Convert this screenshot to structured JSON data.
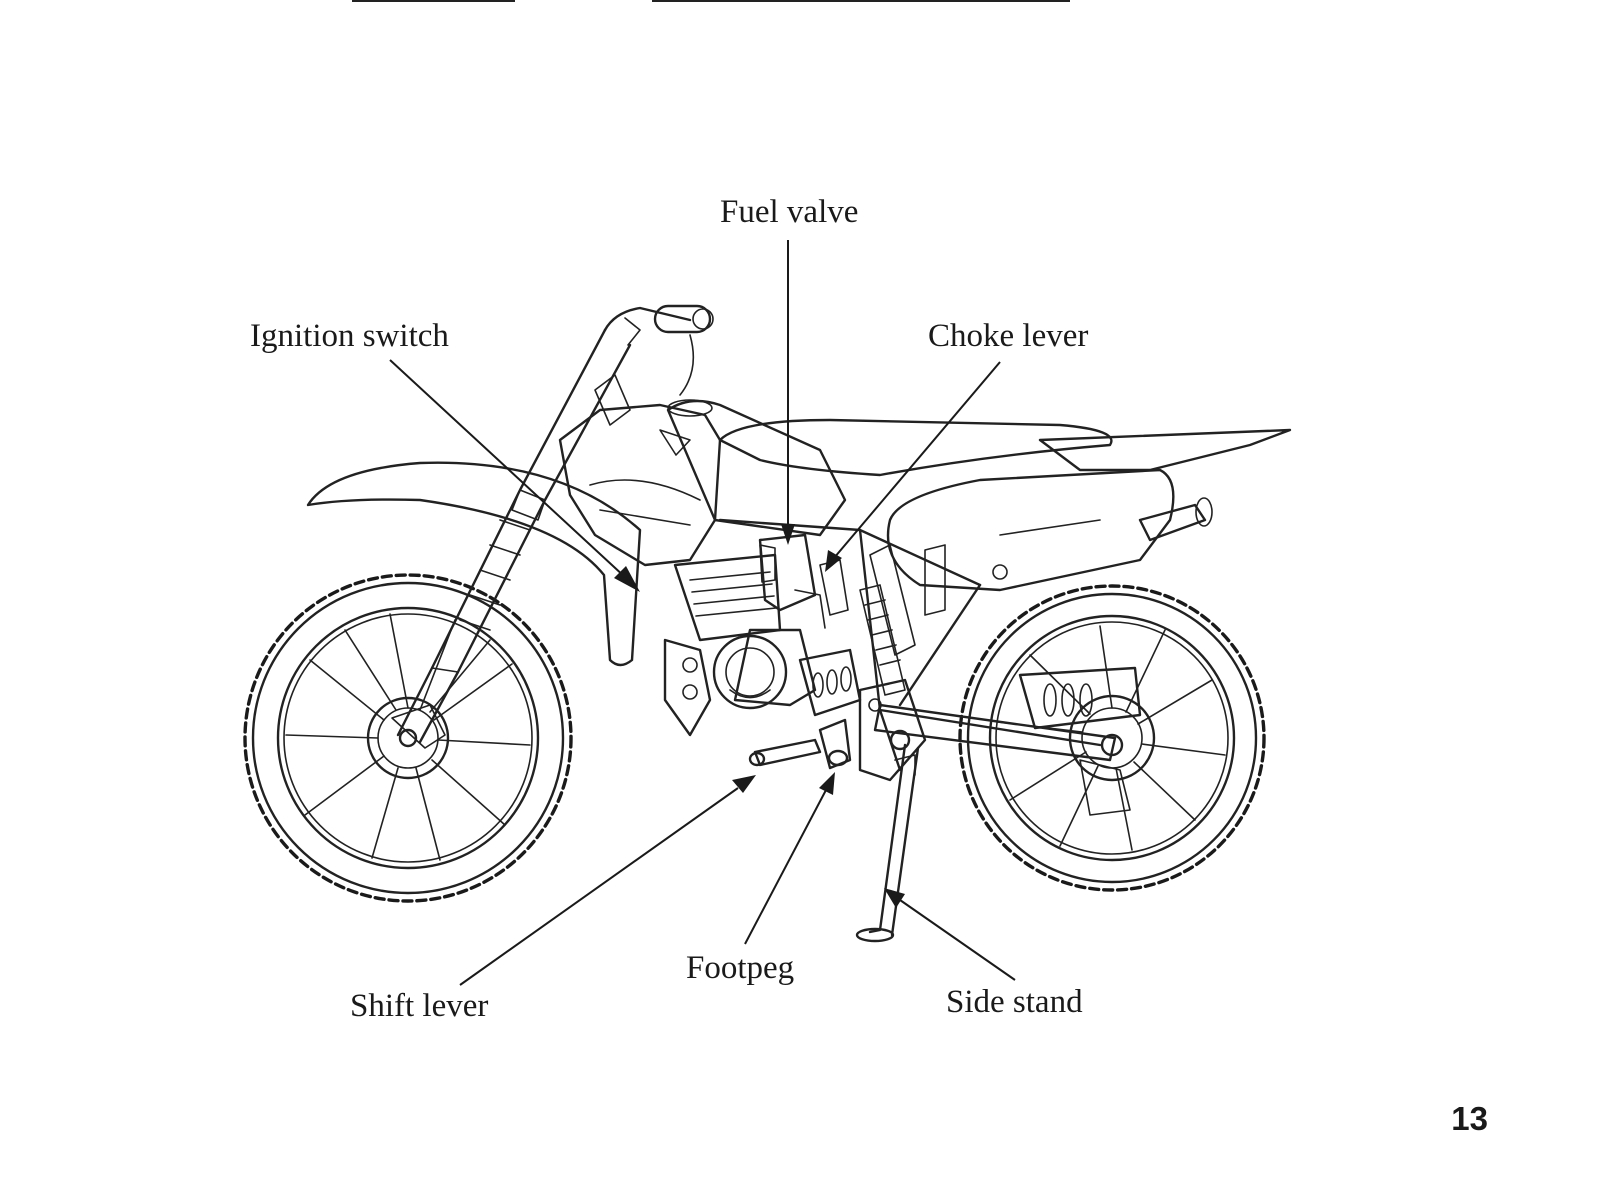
{
  "callouts": {
    "fuel_valve": "Fuel valve",
    "ignition_switch": "Ignition switch",
    "choke_lever": "Choke lever",
    "shift_lever": "Shift lever",
    "footpeg": "Footpeg",
    "side_stand": "Side stand"
  },
  "page_number": "13"
}
